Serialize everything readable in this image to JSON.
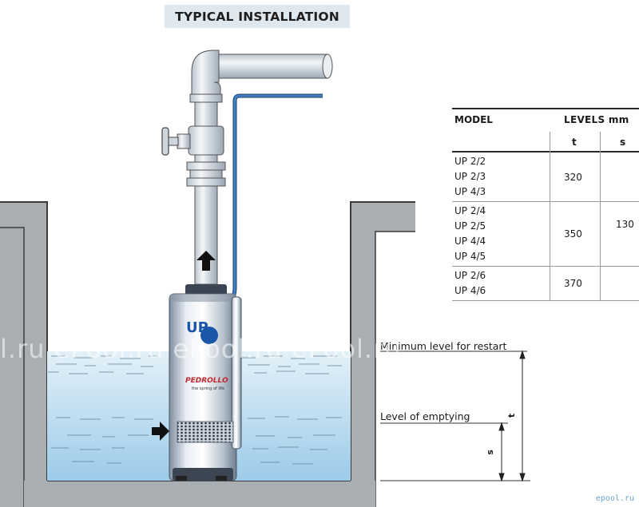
{
  "title": "TYPICAL INSTALLATION",
  "pump": {
    "brand_logo": "UP",
    "maker": "PEDROLLO",
    "tagline": "the spring of life"
  },
  "labels": {
    "min_level": "Minimum level for restart",
    "emptying": "Level of emptying",
    "dim_t": "t",
    "dim_s": "s"
  },
  "table": {
    "col_model": "MODEL",
    "col_levels": "LEVELS mm",
    "col_t": "t",
    "col_s": "s",
    "groups": [
      {
        "models": [
          "UP 2/2",
          "UP 2/3",
          "UP 4/3"
        ],
        "t": "320"
      },
      {
        "models": [
          "UP 2/4",
          "UP 2/5",
          "UP 4/4",
          "UP 4/5"
        ],
        "t": "350"
      },
      {
        "models": [
          "UP 2/6",
          "UP 4/6"
        ],
        "t": "370"
      }
    ],
    "s": "130"
  },
  "watermark": {
    "text": "l.ru     ePool.ru     ePool.ru     ePool.ru",
    "small": "epool.ru"
  },
  "colors": {
    "water_top": "#d7ecf6",
    "water_bottom": "#9cccea",
    "wall": "#a9aeb2",
    "wall_edge": "#3a3a3a",
    "pipe": "#dfe6ec",
    "cable": "#2f6fb8",
    "title_bg": "#dfe8ef"
  }
}
